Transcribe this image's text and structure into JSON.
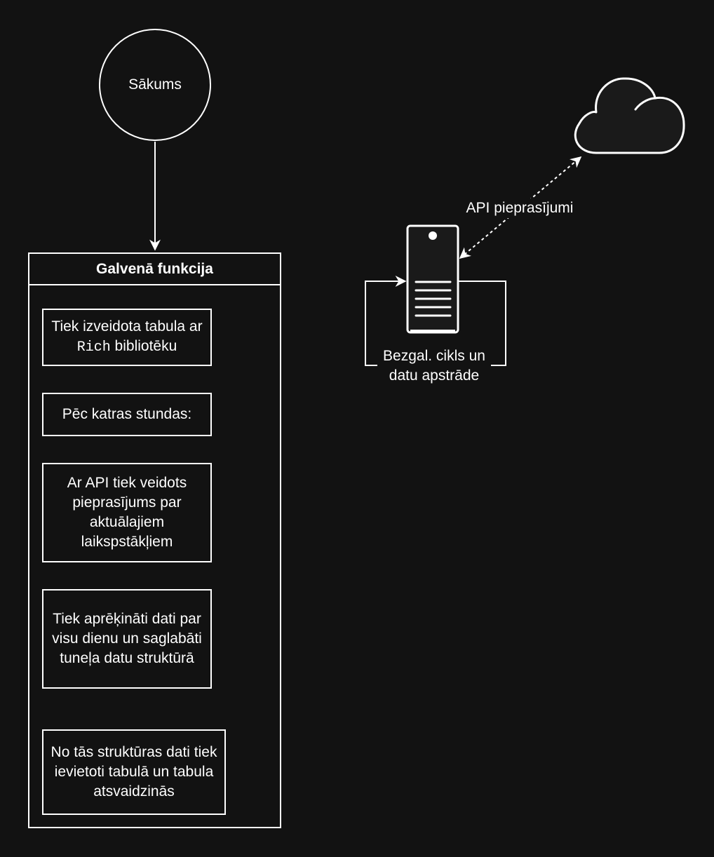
{
  "start": {
    "label": "Sākums"
  },
  "main_function": {
    "title": "Galvenā funkcija",
    "steps": [
      {
        "text_before": "Tiek izveidota tabula ar ",
        "code": "Rich",
        "text_after": " bibliotēku"
      },
      {
        "text": "Pēc katras stundas:"
      },
      {
        "text": "Ar API tiek veidots pieprasījums par aktuālajiem laikspstākļiem"
      },
      {
        "text": "Tiek aprēķināti dati par visu dienu un saglabāti tuneļa datu struktūrā"
      },
      {
        "text": "No tās struktūras dati tiek ievietoti tabulā un tabula atsvaidzinās"
      }
    ]
  },
  "server": {
    "icon": "server-icon",
    "loop_label": "Bezgal. cikls un datu apstrāde"
  },
  "cloud": {
    "icon": "cloud-icon"
  },
  "api_link": {
    "label": "API pieprasījumi"
  },
  "colors": {
    "background": "#121212",
    "stroke": "#ffffff",
    "shape_fill": "#1a1a1a"
  }
}
